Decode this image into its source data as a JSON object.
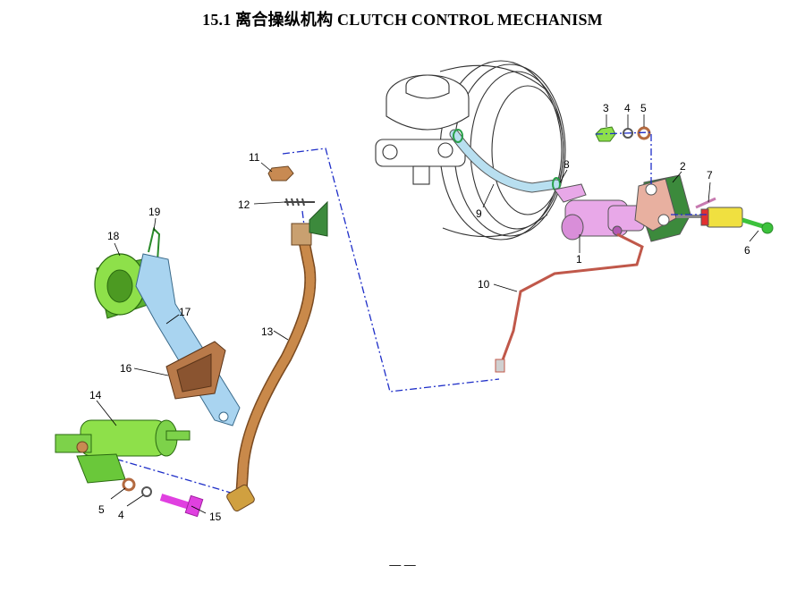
{
  "title": "15.1  离合操纵机构  CLUTCH CONTROL MECHANISM",
  "footer": "—   —",
  "callouts": {
    "p1": "1",
    "p2": "2",
    "p3": "3",
    "p4a": "4",
    "p5a": "5",
    "p6": "6",
    "p7": "7",
    "p8": "8",
    "p9": "9",
    "p10": "10",
    "p11": "11",
    "p12": "12",
    "p13": "13",
    "p14": "14",
    "p15": "15",
    "p16": "16",
    "p17": "17",
    "p18": "18",
    "p19": "19",
    "p4b": "4",
    "p5b": "5"
  },
  "colors": {
    "master_cylinder": "#e8a8e8",
    "slave_cylinder": "#8ee04a",
    "release_bearing": "#7dd24a",
    "release_fork": "#a9d4f0",
    "dust_boot": "#b97a4a",
    "hose": "#c9894a",
    "brake_pipe": "#c0584a",
    "bolt_15": "#e040e0",
    "bolt_6": "#3cc23c",
    "clevis_7": "#f0e040",
    "vacuum_hose": "#b8dff0",
    "dash_line": "#1e2ec8"
  }
}
